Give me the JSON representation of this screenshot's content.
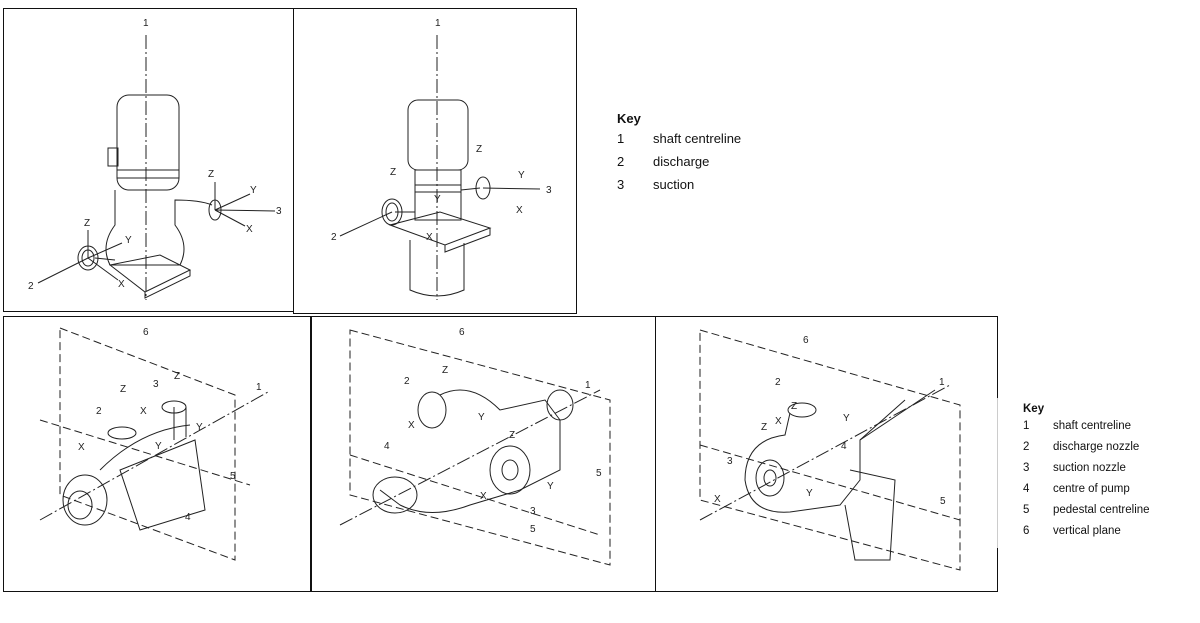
{
  "panels": [
    {
      "name": "vertical-inline-pump-base",
      "labels": [
        "1",
        "2",
        "3",
        "Z",
        "Y",
        "X",
        "Z",
        "Y",
        "X"
      ]
    },
    {
      "name": "vertical-inline-pump-flange",
      "labels": [
        "1",
        "2",
        "3",
        "Z",
        "Y",
        "X",
        "Z",
        "Y",
        "X"
      ]
    },
    {
      "name": "end-suction-pump",
      "labels": [
        "6",
        "1",
        "5",
        "4",
        "2",
        "3",
        "Z",
        "Z",
        "X",
        "Y",
        "X",
        "Y"
      ]
    },
    {
      "name": "split-case-pump",
      "labels": [
        "6",
        "1",
        "2",
        "4",
        "5",
        "3",
        "5",
        "Z",
        "X",
        "Y",
        "Z",
        "X",
        "Y"
      ]
    },
    {
      "name": "overhung-pump",
      "labels": [
        "6",
        "1",
        "2",
        "4",
        "3",
        "5",
        "Z",
        "X",
        "Y",
        "Z",
        "X",
        "Y"
      ]
    }
  ],
  "key_top": {
    "title": "Key",
    "items": [
      {
        "num": "1",
        "text": "shaft centreline"
      },
      {
        "num": "2",
        "text": "discharge"
      },
      {
        "num": "3",
        "text": "suction"
      }
    ]
  },
  "key_bottom": {
    "title": "Key",
    "items": [
      {
        "num": "1",
        "text": "shaft centreline"
      },
      {
        "num": "2",
        "text": "discharge nozzle"
      },
      {
        "num": "3",
        "text": "suction nozzle"
      },
      {
        "num": "4",
        "text": "centre of pump"
      },
      {
        "num": "5",
        "text": "pedestal centreline"
      },
      {
        "num": "6",
        "text": "vertical plane"
      }
    ]
  }
}
